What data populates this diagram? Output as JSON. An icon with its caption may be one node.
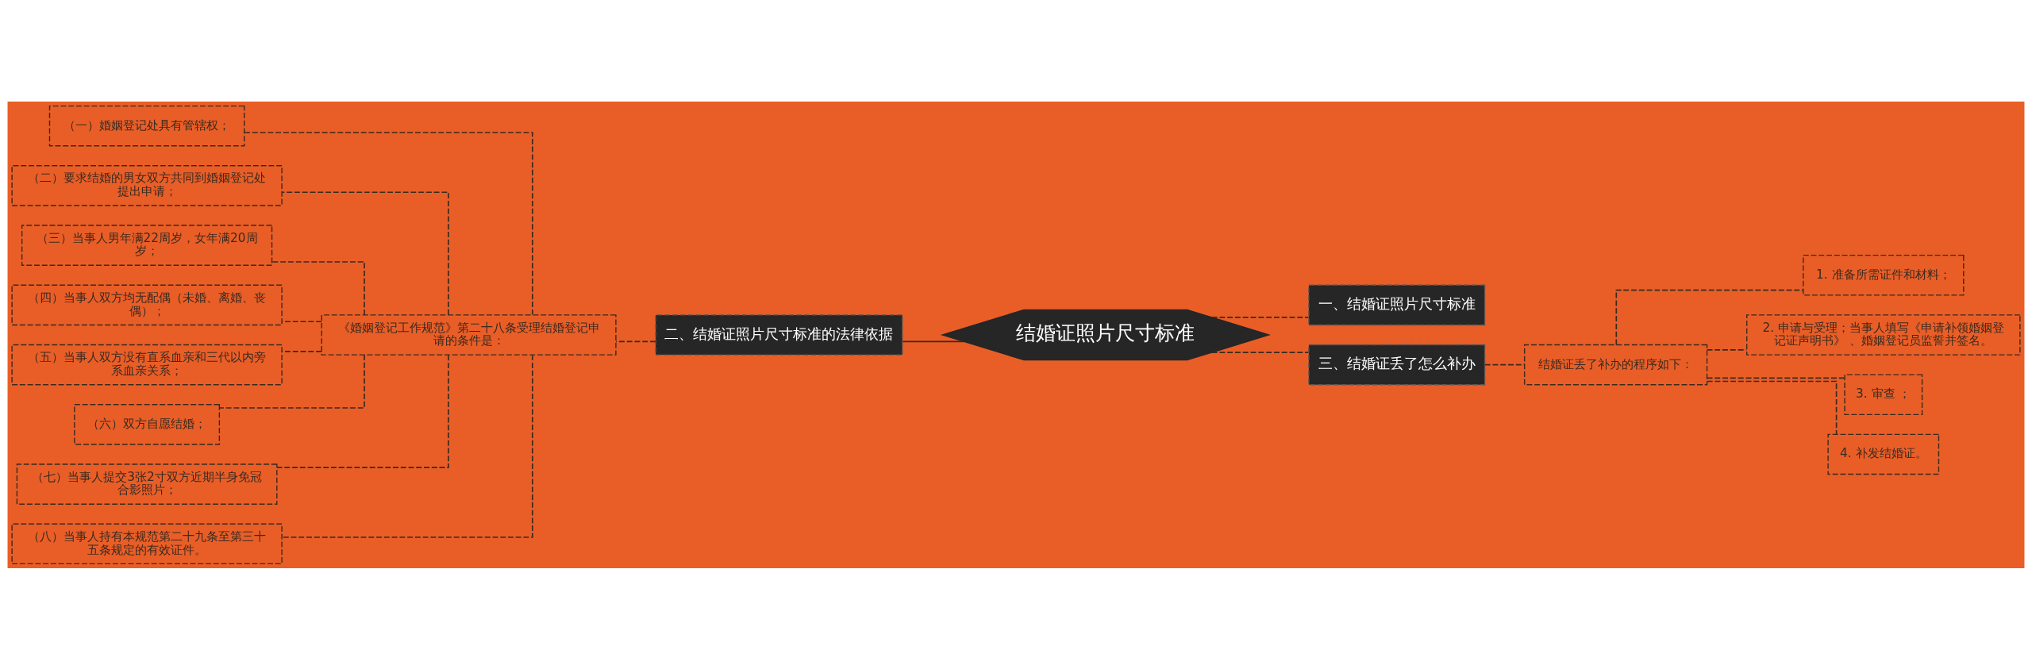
{
  "diagram": {
    "nodes": [
      {
        "text": [
          "结婚证照片尺寸标准"
        ]
      },
      {
        "text": [
          "一、结婚证照片尺寸标准"
        ]
      },
      {
        "text": [
          "二、结婚证照片尺寸标准的法律依据"
        ]
      },
      {
        "text": [
          "《婚姻登记工作规范》第二十八条受理结婚登记申请的条件是："
        ]
      },
      {
        "text": [
          "（一）婚姻登记处具有管辖权；"
        ]
      },
      {
        "text": [
          "（二）要求结婚的男女双方共同到婚姻登记处提出申请；"
        ]
      },
      {
        "text": [
          "（三）当事人男年满22周岁，女年满20周岁；"
        ]
      },
      {
        "text": [
          "（四）当事人双方均无配偶（未婚、离婚、丧偶）；"
        ]
      },
      {
        "text": [
          "（五）当事人双方没有直系血亲和三代以内旁系血亲关系；"
        ]
      },
      {
        "text": [
          "（六）双方自愿结婚；"
        ]
      },
      {
        "text": [
          "（七）当事人提交3张2寸双方近期半身免冠合影照片；"
        ]
      },
      {
        "text": [
          "（八）当事人持有本规范第二十九条至第三十五条规定的有效证件。"
        ]
      },
      {
        "text": [
          "三、结婚证丢了怎么补办"
        ]
      },
      {
        "text": [
          "结婚证丢了补办的程序如下："
        ]
      },
      {
        "text": [
          "1. 准备所需证件和材料；"
        ]
      },
      {
        "text": [
          "2. 申请与受理；当事人填写《申请补领婚姻登记证声明书》 、婚姻登记员监誓并签名。"
        ]
      },
      {
        "text": [
          "3. 审查 ；"
        ]
      },
      {
        "text": [
          "4. 补发结婚证。"
        ]
      }
    ],
    "edges": [
      {
        "from": 0,
        "to": 1,
        "arrow": "none",
        "style": "dashed"
      },
      {
        "from": 0,
        "to": 2,
        "arrow": "none"
      },
      {
        "from": 2,
        "to": 3,
        "arrow": "none",
        "style": "dashed"
      },
      {
        "from": 3,
        "to": 4,
        "arrow": "none",
        "style": "dashed"
      },
      {
        "from": 3,
        "to": 5,
        "arrow": "none",
        "style": "dashed"
      },
      {
        "from": 3,
        "to": 6,
        "arrow": "none",
        "style": "dashed"
      },
      {
        "from": 3,
        "to": 7,
        "arrow": "none",
        "style": "dashed"
      },
      {
        "from": 3,
        "to": 8,
        "arrow": "none",
        "style": "dashed"
      },
      {
        "from": 3,
        "to": 9,
        "arrow": "none",
        "style": "dashed"
      },
      {
        "from": 3,
        "to": 10,
        "arrow": "none",
        "style": "dashed"
      },
      {
        "from": 3,
        "to": 11,
        "arrow": "none",
        "style": "dashed"
      },
      {
        "from": 0,
        "to": 12,
        "arrow": "none",
        "style": "dashed"
      },
      {
        "from": 12,
        "to": 13,
        "arrow": "none",
        "style": "dashed"
      },
      {
        "from": 13,
        "to": 14,
        "arrow": "none",
        "style": "dashed"
      },
      {
        "from": 13,
        "to": 15,
        "arrow": "none",
        "style": "dashed"
      },
      {
        "from": 13,
        "to": 16,
        "arrow": "none",
        "style": "dashed"
      },
      {
        "from": 13,
        "to": 17,
        "arrow": "none",
        "style": "dashed"
      }
    ]
  }
}
